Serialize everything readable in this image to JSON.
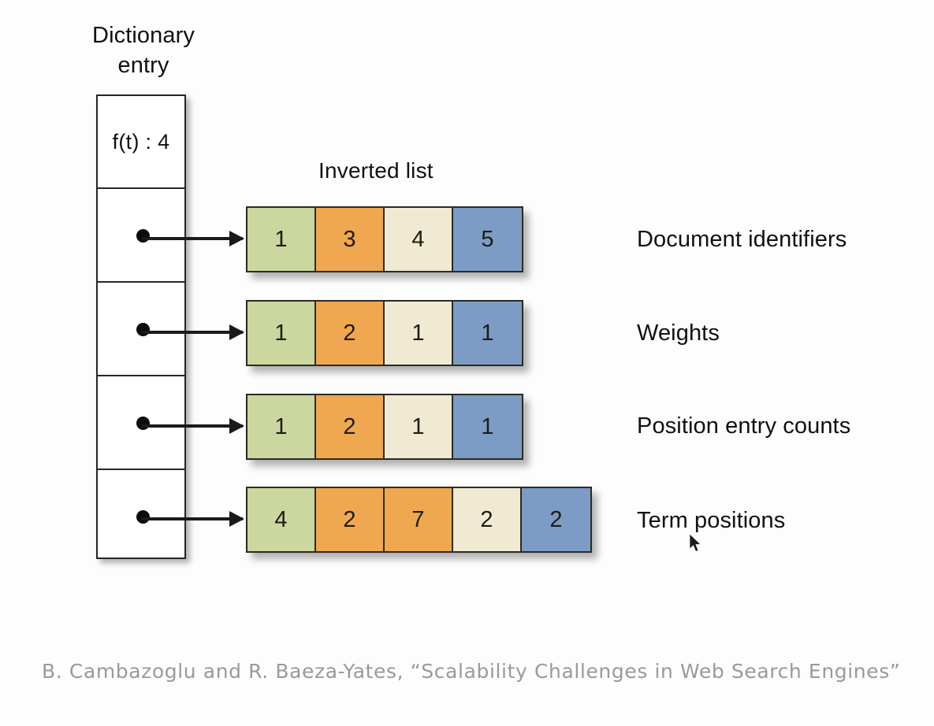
{
  "slide": {
    "dictionary_title_line1": "Dictionary",
    "dictionary_title_line2": "entry",
    "inverted_list_title": "Inverted list",
    "dictionary_entry": {
      "frequency_label": "f(t) : 4",
      "pointer_count": 4
    },
    "rows": [
      {
        "name": "document-identifiers",
        "label": "Document identifiers",
        "cells": [
          {
            "value": "1",
            "color_name": "green",
            "color": "#cbd79f"
          },
          {
            "value": "3",
            "color_name": "orange",
            "color": "#efa84f"
          },
          {
            "value": "4",
            "color_name": "cream",
            "color": "#f1ead3"
          },
          {
            "value": "5",
            "color_name": "blue",
            "color": "#7c9cc5"
          }
        ]
      },
      {
        "name": "weights",
        "label": "Weights",
        "cells": [
          {
            "value": "1",
            "color_name": "green",
            "color": "#cbd79f"
          },
          {
            "value": "2",
            "color_name": "orange",
            "color": "#efa84f"
          },
          {
            "value": "1",
            "color_name": "cream",
            "color": "#f1ead3"
          },
          {
            "value": "1",
            "color_name": "blue",
            "color": "#7c9cc5"
          }
        ]
      },
      {
        "name": "position-entry-counts",
        "label": "Position entry counts",
        "cells": [
          {
            "value": "1",
            "color_name": "green",
            "color": "#cbd79f"
          },
          {
            "value": "2",
            "color_name": "orange",
            "color": "#efa84f"
          },
          {
            "value": "1",
            "color_name": "cream",
            "color": "#f1ead3"
          },
          {
            "value": "1",
            "color_name": "blue",
            "color": "#7c9cc5"
          }
        ]
      },
      {
        "name": "term-positions",
        "label": "Term positions",
        "cells": [
          {
            "value": "4",
            "color_name": "green",
            "color": "#cbd79f"
          },
          {
            "value": "2",
            "color_name": "orange",
            "color": "#efa84f"
          },
          {
            "value": "7",
            "color_name": "orange",
            "color": "#efa84f"
          },
          {
            "value": "2",
            "color_name": "cream",
            "color": "#f1ead3"
          },
          {
            "value": "2",
            "color_name": "blue",
            "color": "#7c9cc5"
          }
        ]
      }
    ],
    "citation": "B. Cambazoglu and R. Baeza-Yates, “Scalability Challenges in Web Search Engines”",
    "colors": {
      "green": "#cbd79f",
      "orange": "#efa84f",
      "cream": "#f1ead3",
      "blue": "#7c9cc5",
      "outline": "#262626",
      "citation_text": "#9a9a9a",
      "background": "#fdfdfd"
    }
  }
}
